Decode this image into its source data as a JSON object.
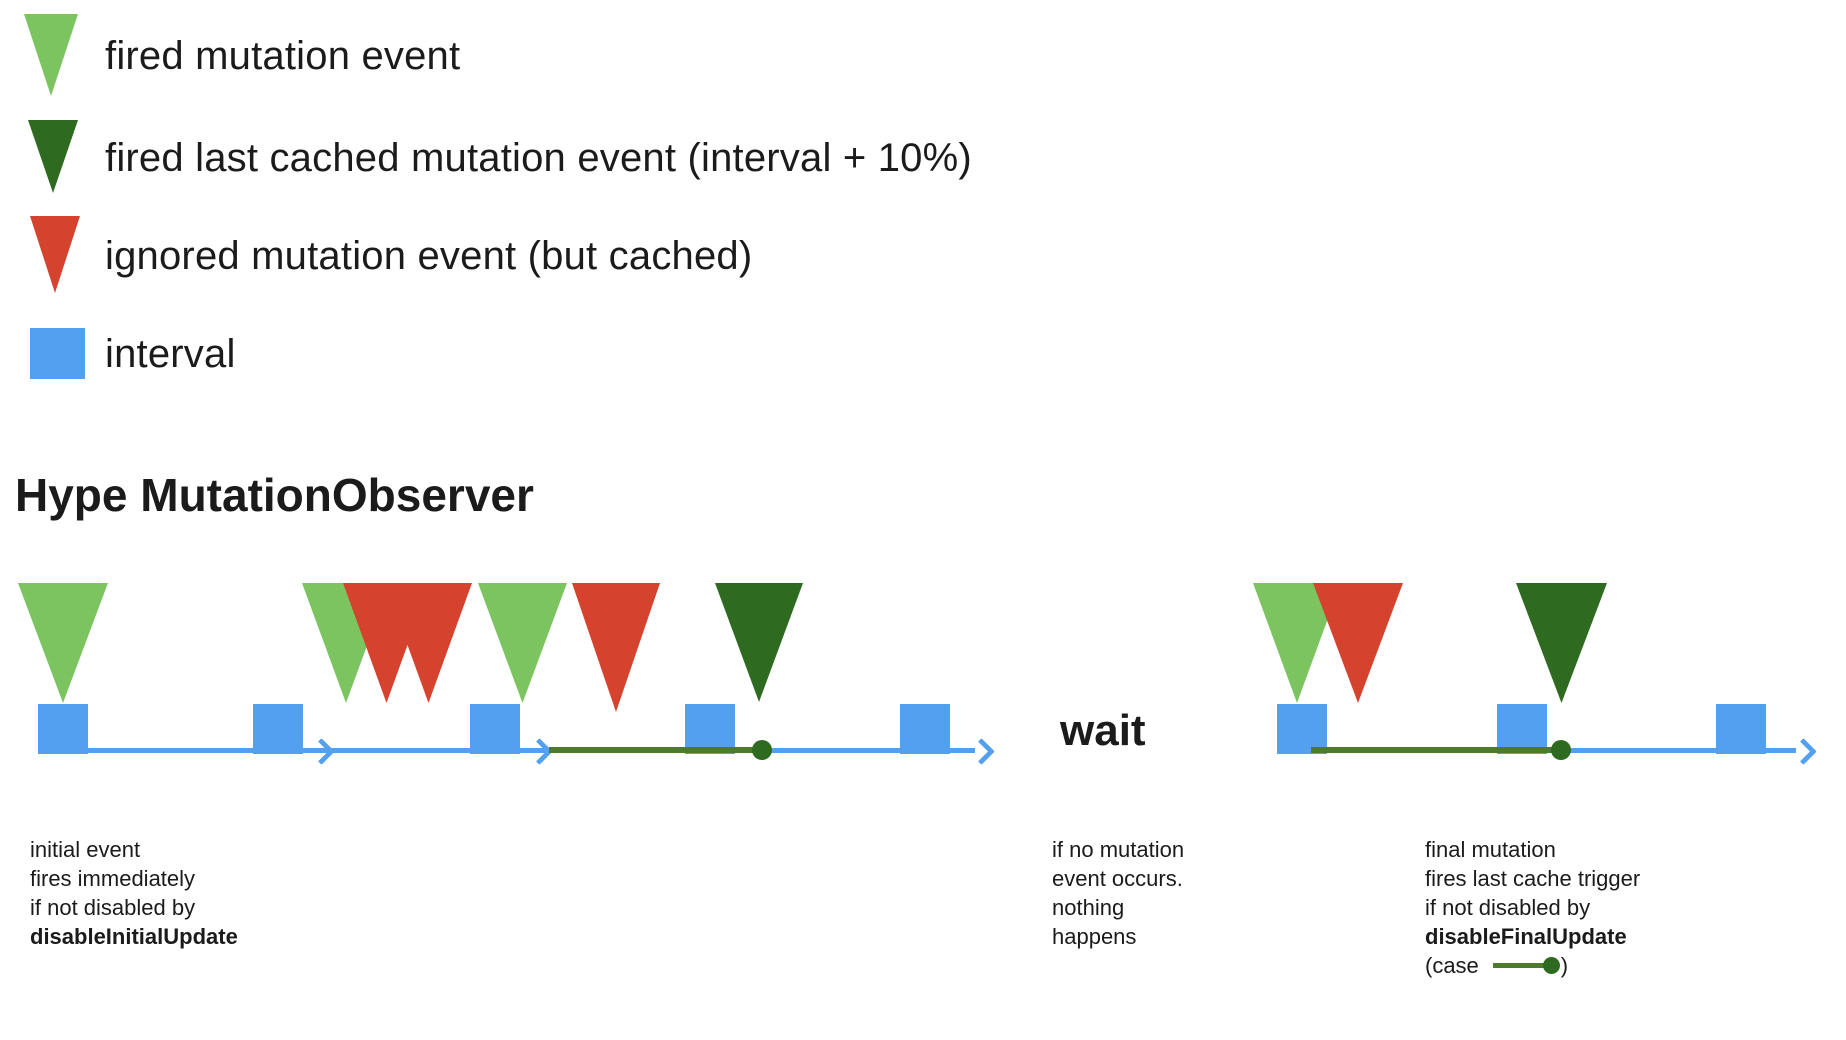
{
  "title": "Hype MutationObserver",
  "colors": {
    "light_green": "#7CC45F",
    "dark_green": "#2E6B21",
    "red": "#D5432F",
    "blue": "#54A0F0",
    "line_green": "#4C7C2B",
    "text": "#1B1B1B"
  },
  "legend": {
    "items": [
      {
        "icon": "fired-event-triangle-icon",
        "label": "fired mutation event"
      },
      {
        "icon": "last-cached-event-triangle-icon",
        "label": "fired last cached mutation event (interval + 10%)"
      },
      {
        "icon": "ignored-event-triangle-icon",
        "label": "ignored mutation event (but cached)"
      },
      {
        "icon": "interval-square-icon",
        "label": "interval"
      }
    ]
  },
  "diagram": {
    "wait_label": "wait",
    "timelines": {
      "left": {
        "event_sequence": [
          "fired",
          "fired",
          "ignored",
          "ignored",
          "fired",
          "ignored",
          "last_cached"
        ],
        "interval_count": 5,
        "has_cache_window_line": true,
        "has_cache_trigger_dot": true
      },
      "right": {
        "event_sequence": [
          "fired",
          "ignored",
          "last_cached"
        ],
        "interval_count": 3,
        "has_cache_window_line": true,
        "has_cache_trigger_dot": true
      }
    }
  },
  "annotations": {
    "initial": {
      "lines": [
        "initial event",
        "fires immediately",
        "if not disabled by"
      ],
      "emphasis": "disableInitialUpdate"
    },
    "wait": {
      "lines": [
        "if no mutation",
        "event occurs.",
        "nothing",
        "happens"
      ]
    },
    "final": {
      "lines": [
        "final mutation",
        "fires last cache trigger",
        "if not disabled by"
      ],
      "emphasis": "disableFinalUpdate",
      "case_prefix": "(case",
      "case_suffix": ")"
    }
  }
}
